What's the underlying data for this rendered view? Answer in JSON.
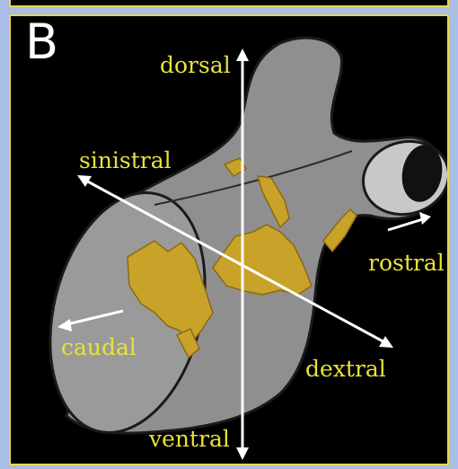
{
  "panel": {
    "letter": "B"
  },
  "labels": {
    "dorsal": "dorsal",
    "ventral": "ventral",
    "sinistral": "sinistral",
    "dextral": "dextral",
    "rostral": "rostral",
    "caudal": "caudal"
  },
  "colors": {
    "page_background": "#a9bde6",
    "panel_background": "#000000",
    "panel_border": "#e8d84a",
    "label_text": "#e8e23a",
    "body_fill": "#8f8f8f",
    "nostril_outer": "#c8c8c8",
    "nostril_inner": "#111111",
    "bone_fill": "#c9a22a",
    "arrow": "#ffffff"
  }
}
